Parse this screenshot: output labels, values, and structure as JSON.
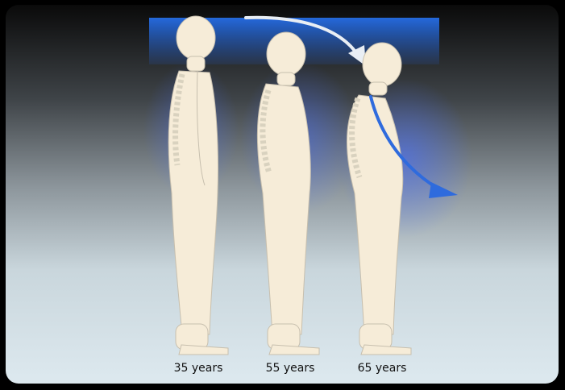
{
  "figure": {
    "labels": [
      "35 years",
      "55 years",
      "65 years"
    ],
    "colors": {
      "body": "#f6ecd8",
      "spine": "#d9d2bf",
      "glow": "#4a70ff",
      "arrow": "#2f6bdd"
    },
    "icons": {
      "motion_arrow": "curved-arrow-icon",
      "posture_arrow": "bent-arrow-icon"
    }
  }
}
